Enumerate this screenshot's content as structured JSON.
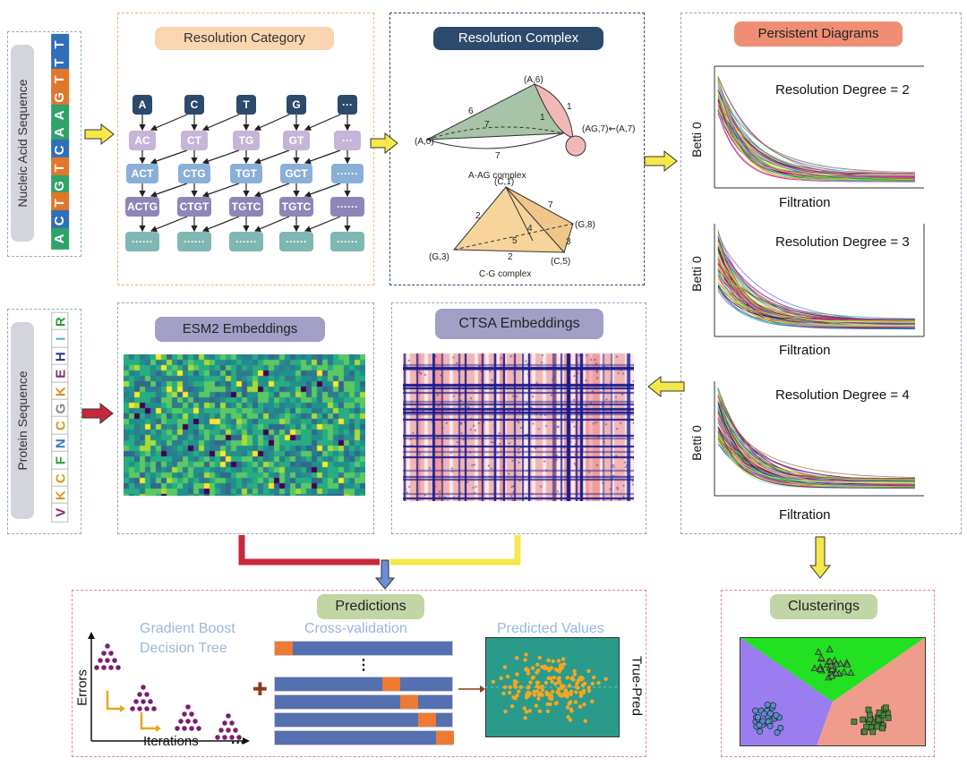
{
  "nucleic": {
    "label": "Nucleic Acid Sequence",
    "letters": [
      "A",
      "C",
      "T",
      "G",
      "T",
      "C",
      "A",
      "A",
      "G",
      "T",
      "T",
      "T"
    ],
    "colors": [
      "#2ea36a",
      "#2f6fb8",
      "#e0772a",
      "#2ea36a",
      "#e0772a",
      "#2f6fb8",
      "#2ea36a",
      "#2ea36a",
      "#e0772a",
      "#e0772a",
      "#2f6fb8",
      "#2f6fb8"
    ]
  },
  "protein": {
    "label": "Protein Sequence",
    "letters": [
      "V",
      "K",
      "C",
      "F",
      "N",
      "C",
      "G",
      "K",
      "E",
      "H",
      "I",
      "R"
    ],
    "colors": [
      "#8c2a6b",
      "#d79a19",
      "#d79a19",
      "#2e9a3e",
      "#3c76c9",
      "#d79a19",
      "#8a8a8a",
      "#e08a1e",
      "#8c2a6b",
      "#2e3b8f",
      "#5ab0d6",
      "#2e9a3e"
    ]
  },
  "resolution_category": {
    "title": "Resolution Category",
    "rows": [
      [
        "A",
        "C",
        "T",
        "G",
        "···"
      ],
      [
        "AC",
        "CT",
        "TG",
        "GT",
        "···"
      ],
      [
        "ACT",
        "CTG",
        "TGT",
        "GCT",
        "······"
      ],
      [
        "ACTG",
        "CTGT",
        "TGTC",
        "TGTC",
        "······"
      ],
      [
        "······",
        "······",
        "······",
        "······",
        "······"
      ]
    ],
    "row_colors": [
      "#2c4a6b",
      "#c7b4d9",
      "#8ab0d8",
      "#8c87b8",
      "#7fb8b2"
    ]
  },
  "resolution_complex": {
    "title": "Resolution Complex",
    "aag": {
      "caption": "A-AG complex",
      "v_a0": "(A,0)",
      "v_a6": "(A,6)",
      "v_ag7": "(AG,7)⇜(A,7)",
      "e6": "6",
      "e7a": "7",
      "e7b": "7",
      "e1a": "1",
      "e1b": "1"
    },
    "cg": {
      "caption": "C-G complex",
      "v_c1": "(C,1)",
      "v_g8": "(G,8)",
      "v_g3": "(G,3)",
      "v_c5": "(C,5)",
      "e2a": "2",
      "e7": "7",
      "e4": "4",
      "e5": "5",
      "e2b": "2",
      "e3": "3"
    }
  },
  "persistent": {
    "title": "Persistent Diagrams",
    "ylabel": "Betti 0",
    "xlabel": "Filtration",
    "degree2": "Resolution Degree = 2",
    "degree3": "Resolution Degree = 3",
    "degree4": "Resolution Degree = 4"
  },
  "esm2": {
    "title": "ESM2 Embeddings"
  },
  "ctsa": {
    "title": "CTSA Embeddings"
  },
  "predictions": {
    "title": "Predictions",
    "gbdt_line1": "Gradient Boost",
    "gbdt_line2": "Decision Tree",
    "errors": "Errors",
    "iterations": "Iterations",
    "cv": "Cross-validation",
    "dots": "⋮",
    "trailing": "···",
    "predicted": "Predicted Values",
    "true_pred": "True-Pred",
    "plus": "✚"
  },
  "clusterings": {
    "title": "Clusterings"
  },
  "colors": {
    "pill_orange": "#f9d6b0",
    "pill_navy": "#2c4a6b",
    "pill_salmon": "#ef8e74",
    "pill_lavender": "#a29fc7",
    "pill_green": "#c2d6a5",
    "arrow_yellow": "#f5e84a",
    "arrow_red": "#c8283a"
  }
}
